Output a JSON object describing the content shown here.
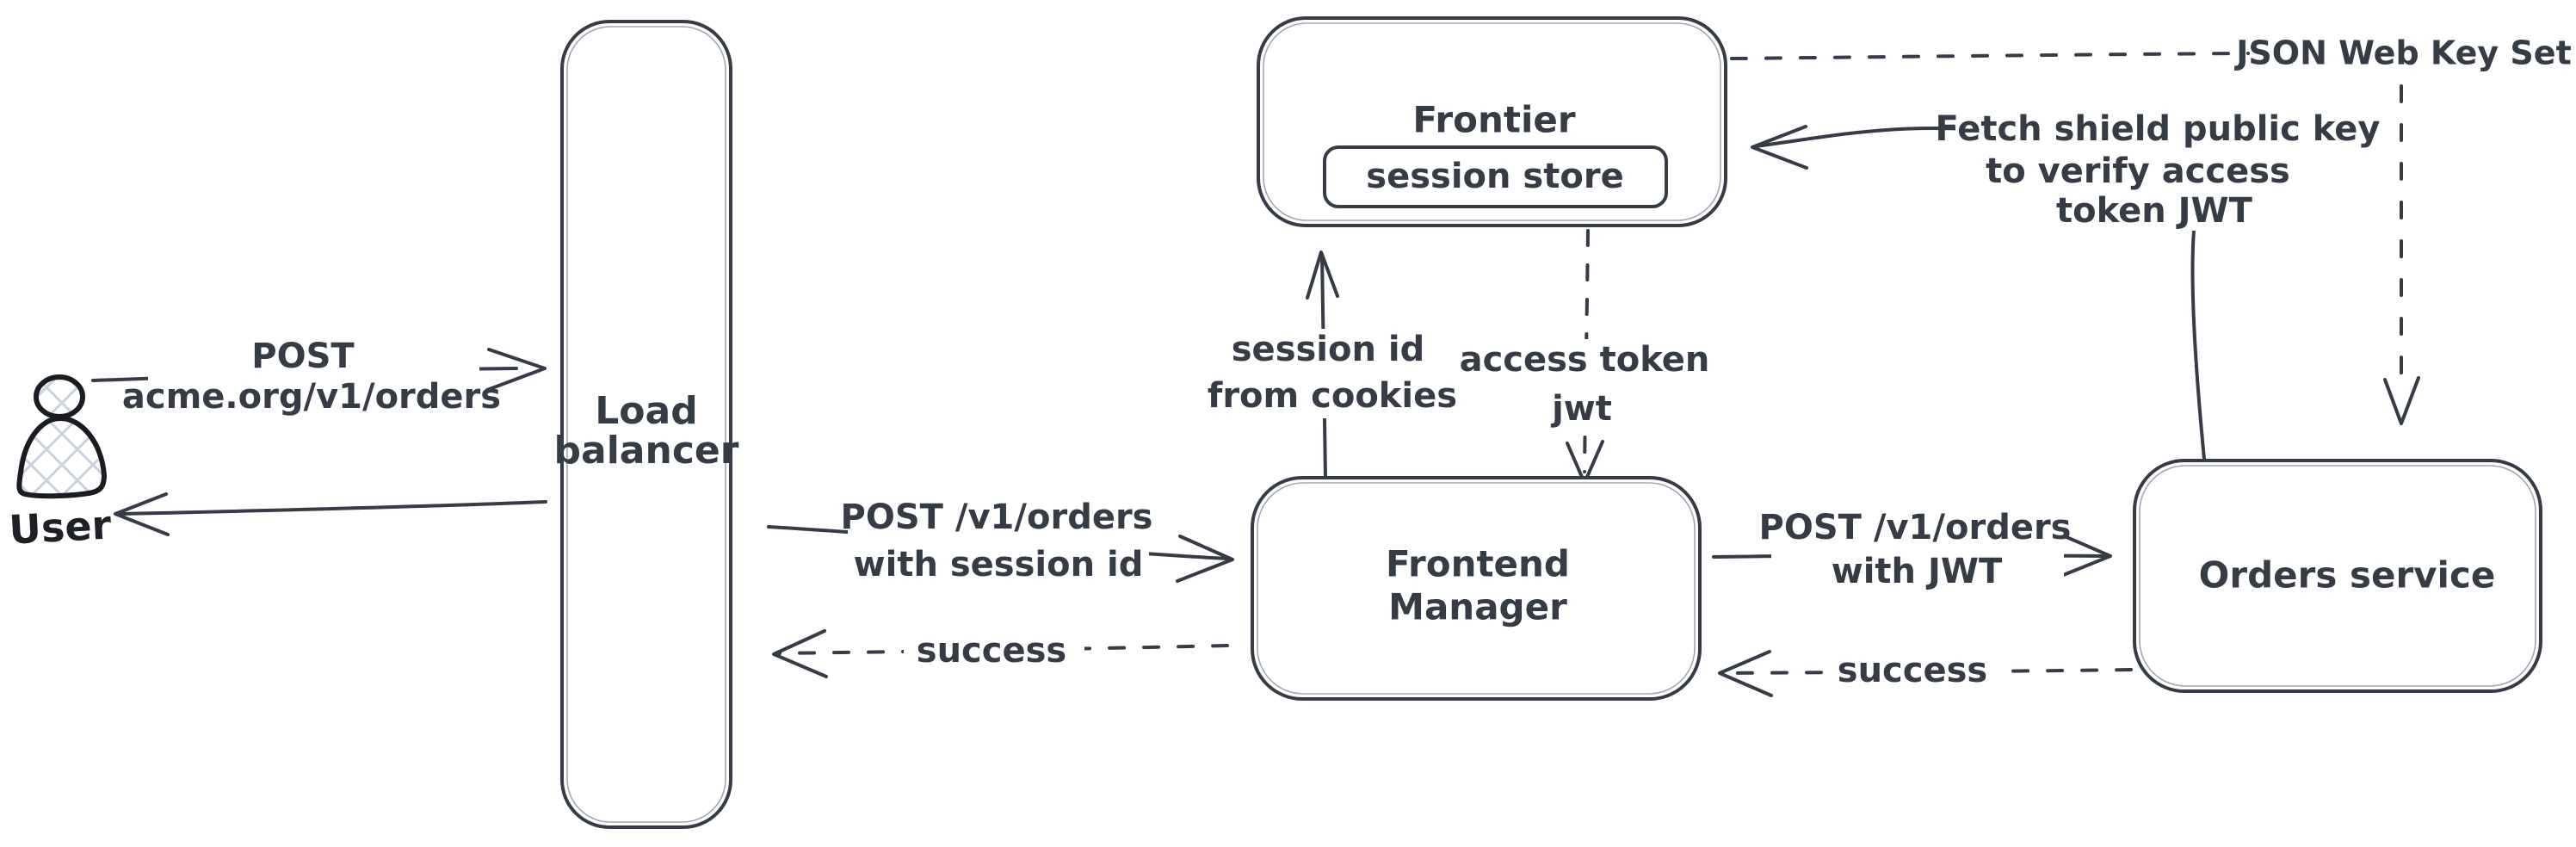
{
  "diagram": {
    "nodes": {
      "user": {
        "label": "User"
      },
      "load_balancer": {
        "line1": "Load",
        "line2": "balancer"
      },
      "frontier": {
        "label": "Frontier",
        "session_store": {
          "label": "session store"
        }
      },
      "frontend_manager": {
        "line1": "Frontend",
        "line2": "Manager"
      },
      "orders_service": {
        "label": "Orders service"
      }
    },
    "edges": {
      "user_to_lb": {
        "line1": "POST",
        "line2": "acme.org/v1/orders"
      },
      "lb_to_fm": {
        "line1": "POST /v1/orders",
        "line2": "with session id"
      },
      "fm_to_lb_success": {
        "label": "success"
      },
      "fm_to_frontier": {
        "line1": "session id",
        "line2": "from cookies"
      },
      "frontier_to_fm": {
        "line1": "access token",
        "line2": "jwt"
      },
      "fm_to_orders": {
        "line1": "POST /v1/orders",
        "line2": "with JWT"
      },
      "orders_to_fm_success": {
        "label": "success"
      },
      "jwks": {
        "label": "JSON Web Key Set"
      },
      "orders_to_frontier_fetch": {
        "line1": "Fetch shield public key",
        "line2": "to verify access",
        "line3": "token JWT"
      }
    },
    "colors": {
      "ink": "#353c45",
      "figure_outline": "#191c20",
      "figure_hatch": "#c9d2dd",
      "background": "#ffffff"
    }
  }
}
